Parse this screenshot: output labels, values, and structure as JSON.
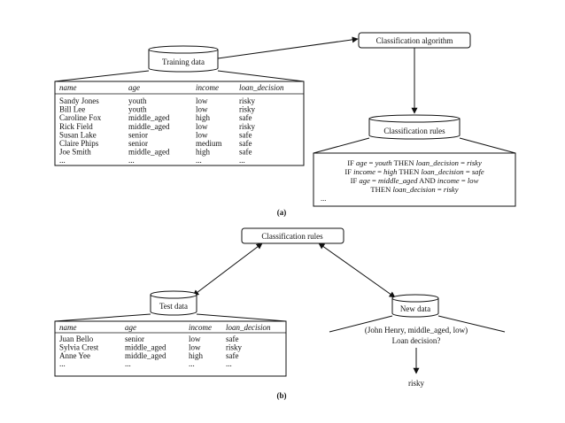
{
  "panel_a": {
    "label": "(a)",
    "training_data": {
      "label": "Training data",
      "headers": [
        "name",
        "age",
        "income",
        "loan_decision"
      ],
      "rows": [
        [
          "Sandy Jones",
          "youth",
          "low",
          "risky"
        ],
        [
          "Bill Lee",
          "youth",
          "low",
          "risky"
        ],
        [
          "Caroline Fox",
          "middle_aged",
          "high",
          "safe"
        ],
        [
          "Rick Field",
          "middle_aged",
          "low",
          "risky"
        ],
        [
          "Susan Lake",
          "senior",
          "low",
          "safe"
        ],
        [
          "Claire Phips",
          "senior",
          "medium",
          "safe"
        ],
        [
          "Joe Smith",
          "middle_aged",
          "high",
          "safe"
        ],
        [
          "...",
          "...",
          "...",
          "..."
        ]
      ]
    },
    "algorithm": {
      "label": "Classification algorithm"
    },
    "rules_db": {
      "label": "Classification rules"
    },
    "rules": [
      {
        "parts": [
          [
            "IF ",
            false
          ],
          [
            "age",
            true
          ],
          [
            " = ",
            false
          ],
          [
            "youth",
            true
          ],
          [
            " THEN ",
            false
          ],
          [
            "loan_decision",
            true
          ],
          [
            " = ",
            false
          ],
          [
            "risky",
            true
          ]
        ]
      },
      {
        "parts": [
          [
            "IF ",
            false
          ],
          [
            "income",
            true
          ],
          [
            " = ",
            false
          ],
          [
            "high",
            true
          ],
          [
            " THEN ",
            false
          ],
          [
            "loan_decision",
            true
          ],
          [
            " = ",
            false
          ],
          [
            "safe",
            true
          ]
        ]
      },
      {
        "parts": [
          [
            "IF ",
            false
          ],
          [
            "age",
            true
          ],
          [
            " = ",
            false
          ],
          [
            "middle_aged",
            true
          ],
          [
            " AND ",
            false
          ],
          [
            "income",
            true
          ],
          [
            " = ",
            false
          ],
          [
            "low",
            true
          ]
        ]
      },
      {
        "parts": [
          [
            "THEN ",
            false
          ],
          [
            "loan_decision",
            true
          ],
          [
            " = ",
            false
          ],
          [
            "risky",
            true
          ]
        ]
      },
      {
        "parts": [
          [
            "...",
            false
          ]
        ]
      }
    ]
  },
  "panel_b": {
    "label": "(b)",
    "rules_box": {
      "label": "Classification rules"
    },
    "test_data": {
      "label": "Test data",
      "headers": [
        "name",
        "age",
        "income",
        "loan_decision"
      ],
      "rows": [
        [
          "Juan Bello",
          "senior",
          "low",
          "safe"
        ],
        [
          "Sylvia Crest",
          "middle_aged",
          "low",
          "risky"
        ],
        [
          "Anne Yee",
          "middle_aged",
          "high",
          "safe"
        ],
        [
          "...",
          "...",
          "...",
          "..."
        ]
      ]
    },
    "new_data": {
      "label": "New data",
      "tuple": "(John Henry, middle_aged, low)",
      "question": "Loan decision?",
      "result": "risky"
    }
  }
}
